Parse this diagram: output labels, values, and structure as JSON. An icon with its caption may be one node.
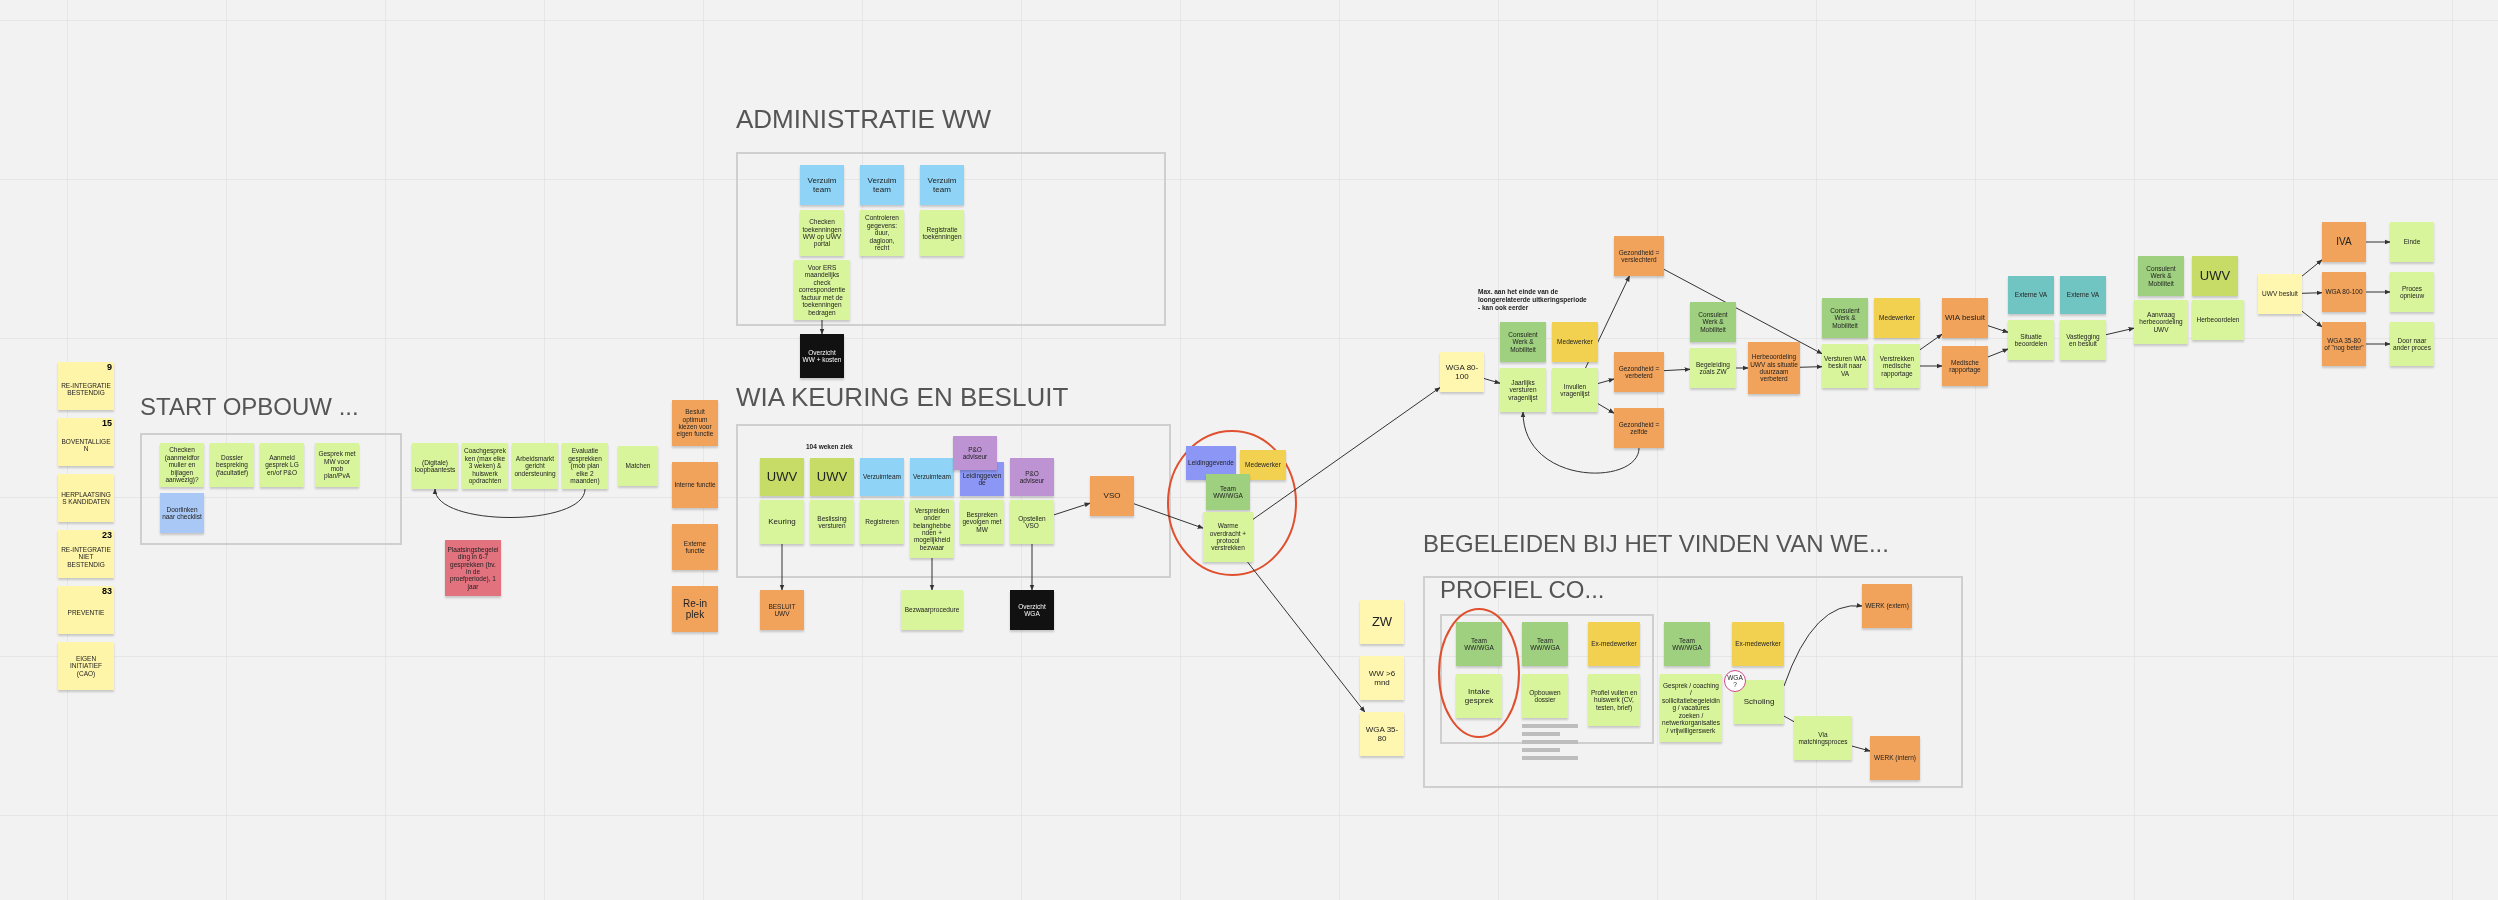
{
  "diagram": {
    "nodes": [
      {
        "text": [
          "9",
          "RE-INTEGRATIE BESTENDIG"
        ]
      },
      {
        "text": [
          "15",
          "BOVENTALLIGEN"
        ]
      },
      {
        "text": [
          "HERPLAATSINGS KANDIDATEN"
        ]
      },
      {
        "text": [
          "23",
          "RE-INTEGRATIE NIET BESTENDIG"
        ]
      },
      {
        "text": [
          "83",
          "PREVENTIE"
        ]
      },
      {
        "text": [
          "EIGEN INITIATIEF (CAO)"
        ]
      },
      {
        "text": [
          "START OPBOUW ..."
        ]
      },
      {
        "text": [
          "Checken (aanmeldformulier en bijlagen aanwezig)?"
        ],
        "in": 6
      },
      {
        "text": [
          "Doorlinken naar checklist"
        ],
        "in": 6
      },
      {
        "text": [
          "Dossier bespreking (facultatief)"
        ],
        "in": 6
      },
      {
        "text": [
          "Aanmeld gesprek LG en/of P&O"
        ],
        "in": 6
      },
      {
        "text": [
          "Gesprek met MW voor mob plan/PvA"
        ],
        "in": 6
      },
      {
        "text": [
          "(Digitale) loopbaantests"
        ]
      },
      {
        "text": [
          "Coachgesprekken (max elke 3 weken) & huiswerk opdrachten"
        ]
      },
      {
        "text": [
          "Arbeidsmarkt gericht ondersteuning"
        ]
      },
      {
        "text": [
          "Evaluatie gesprekken (mob plan elke 2 maanden)"
        ]
      },
      {
        "text": [
          "Matchen"
        ]
      },
      {
        "text": [
          "Plaatsingsbegeleiding in 6-7 gesprekken (bv. in de proefperiode), 1 jaar"
        ]
      },
      {
        "text": [
          "ADMINISTRATIE WW"
        ]
      },
      {
        "text": [
          "Verzuim team"
        ],
        "in": 18
      },
      {
        "text": [
          "Checken toekenningen WW op UWV portal"
        ],
        "in": 18
      },
      {
        "text": [
          "Voor ERS maandelijks check correspondentie factuur met de toekenningen bedragen"
        ],
        "in": 18
      },
      {
        "text": [
          "Verzuim team"
        ],
        "in": 18
      },
      {
        "text": [
          "Controleren gegevens: duur, dagloon, recht"
        ],
        "in": 18
      },
      {
        "text": [
          "Verzuim team"
        ],
        "in": 18
      },
      {
        "text": [
          "Registratie toekenningen"
        ],
        "in": 18
      },
      {
        "text": [
          "Overzicht WW + kosten"
        ]
      },
      {
        "text": [
          "Besluit optimum kiezen voor eigen functie"
        ]
      },
      {
        "text": [
          "Interne functie"
        ]
      },
      {
        "text": [
          "Externe functie"
        ]
      },
      {
        "text": [
          "Re-in plek"
        ]
      },
      {
        "text": [
          "WIA KEURING EN BESLUIT"
        ]
      },
      {
        "text": [
          "UWV"
        ],
        "in": 31
      },
      {
        "text": [
          "Keuring"
        ],
        "in": 31
      },
      {
        "text": [
          "UWV"
        ],
        "in": 31
      },
      {
        "text": [
          "Beslissing versturen"
        ],
        "in": 31
      },
      {
        "text": [
          "Verzuimteam"
        ],
        "in": 31
      },
      {
        "text": [
          "Registreren"
        ],
        "in": 31
      },
      {
        "text": [
          "Verzuimteam"
        ],
        "in": 31
      },
      {
        "text": [
          "Verspreiden onder belanghebbenden + mogelijkheid bezwaar"
        ],
        "in": 31
      },
      {
        "text": [
          "Leidinggevende"
        ],
        "in": 31
      },
      {
        "text": [
          "P&O adviseur"
        ],
        "in": 31
      },
      {
        "text": [
          "Bespreken gevolgen met MW"
        ],
        "in": 31
      },
      {
        "text": [
          "P&O adviseur"
        ],
        "in": 31
      },
      {
        "text": [
          "Opstellen VSO"
        ],
        "in": 31
      },
      {
        "text": [
          "VSO"
        ],
        "in": 31
      },
      {
        "text": [
          "BESLUIT UWV"
        ]
      },
      {
        "text": [
          "Bezwaarprocedure"
        ]
      },
      {
        "text": [
          "Overzicht WGA"
        ]
      },
      {
        "text": [
          "Leidinggevende"
        ]
      },
      {
        "text": [
          "Medewerker"
        ]
      },
      {
        "text": [
          "Team WW/WGA"
        ]
      },
      {
        "text": [
          "Warme overdracht + protocol verstrekken"
        ]
      },
      {
        "text": [
          "WGA 80-100"
        ]
      },
      {
        "text": [
          "Consulent Werk & Mobiliteit"
        ]
      },
      {
        "text": [
          "Medewerker"
        ]
      },
      {
        "text": [
          "Jaarlijks versturen vragenlijst"
        ]
      },
      {
        "text": [
          "Invullen vragenlijst"
        ]
      },
      {
        "text": [
          "Gezondheid = verslechterd"
        ]
      },
      {
        "text": [
          "Gezondheid = verbeterd"
        ]
      },
      {
        "text": [
          "Gezondheid = zelfde"
        ]
      },
      {
        "text": [
          "Consulent Werk & Mobiliteit"
        ]
      },
      {
        "text": [
          "Begeleiding zoals ZW"
        ]
      },
      {
        "text": [
          "Herbeoordeling UWV als situatie duurzaam verbeterd"
        ]
      },
      {
        "text": [
          "Consulent Werk & Mobiliteit"
        ]
      },
      {
        "text": [
          "Versturen WIA besluit naar VA"
        ]
      },
      {
        "text": [
          "Medewerker"
        ]
      },
      {
        "text": [
          "Verstrekken medische rapportage"
        ]
      },
      {
        "text": [
          "WIA besluit"
        ]
      },
      {
        "text": [
          "Medische rapportage"
        ]
      },
      {
        "text": [
          "Externe VA"
        ]
      },
      {
        "text": [
          "Situatie beoordelen"
        ]
      },
      {
        "text": [
          "Externe VA"
        ]
      },
      {
        "text": [
          "Vastlegging en besluit"
        ]
      },
      {
        "text": [
          "Consulent Werk & Mobiliteit"
        ]
      },
      {
        "text": [
          "Aanvraag herbeoordeling UWV"
        ]
      },
      {
        "text": [
          "UWV"
        ]
      },
      {
        "text": [
          "Herbeoordelen"
        ]
      },
      {
        "text": [
          "UWV besluit"
        ]
      },
      {
        "text": [
          "IVA"
        ]
      },
      {
        "text": [
          "WGA 80-100"
        ]
      },
      {
        "text": [
          "WGA 35-80 of \"nog beter\""
        ]
      },
      {
        "text": [
          "Einde"
        ]
      },
      {
        "text": [
          "Proces opnieuw"
        ]
      },
      {
        "text": [
          "Door naar ander proces"
        ]
      },
      {
        "text": [
          "ZW"
        ]
      },
      {
        "text": [
          "WW >6 mnd"
        ]
      },
      {
        "text": [
          "WGA 35-80"
        ]
      },
      {
        "text": [
          "BEGELEIDEN BIJ HET VINDEN VAN WE..."
        ]
      },
      {
        "text": [
          "PROFIEL CO..."
        ],
        "in": 88
      },
      {
        "text": [
          "Team WW/WGA"
        ],
        "in": 89
      },
      {
        "text": [
          "Intake gesprek"
        ],
        "in": 89
      },
      {
        "text": [
          "Team WW/WGA"
        ],
        "in": 89
      },
      {
        "text": [
          "Opbouwen dossier"
        ],
        "in": 89
      },
      {
        "text": [
          "Ex-medewerker"
        ],
        "in": 89
      },
      {
        "text": [
          "Profiel vullen en huiswerk (CV, testen, brief)"
        ],
        "in": 89
      },
      {
        "text": [
          "Team WW/WGA"
        ],
        "in": 88
      },
      {
        "text": [
          "Gesprek / coaching / sollicitatiebegeleiding / vacatures zoeken / netwerkorganisaties / vrijwilligerswerk"
        ],
        "in": 88
      },
      {
        "text": [
          "Ex-medewerker"
        ],
        "in": 88
      },
      {
        "text": [
          "Scholing"
        ],
        "in": 88
      },
      {
        "text": [
          "WGA?"
        ],
        "in": 88
      },
      {
        "text": [
          "WERK (extern)"
        ],
        "in": 88
      },
      {
        "text": [
          "Via matchingsproces"
        ],
        "in": 88
      },
      {
        "text": [
          "WERK (intern)"
        ],
        "in": 88
      }
    ],
    "edges": [
      {
        "from": 15,
        "to": 12,
        "arrow": "to"
      },
      {
        "from": 21,
        "to": 26,
        "arrow": "to"
      },
      {
        "from": 33,
        "to": 46,
        "arrow": "to"
      },
      {
        "from": 39,
        "to": 47,
        "arrow": "to"
      },
      {
        "from": 44,
        "to": 48,
        "arrow": "to"
      },
      {
        "from": 44,
        "to": 45,
        "arrow": "to"
      },
      {
        "from": 45,
        "to": 52,
        "arrow": "to"
      },
      {
        "from": 52,
        "to": 53,
        "arrow": "to"
      },
      {
        "from": 52,
        "to": 87,
        "arrow": "to"
      },
      {
        "from": 53,
        "to": 56,
        "arrow": "to"
      },
      {
        "from": 57,
        "to": 58,
        "arrow": "to"
      },
      {
        "from": 57,
        "to": 59,
        "arrow": "to"
      },
      {
        "from": 57,
        "to": 60,
        "arrow": "to"
      },
      {
        "from": 60,
        "to": 56,
        "arrow": "to"
      },
      {
        "from": 59,
        "to": 62,
        "arrow": "to"
      },
      {
        "from": 62,
        "to": 63,
        "arrow": "to"
      },
      {
        "from": 63,
        "to": 65,
        "arrow": "to"
      },
      {
        "from": 58,
        "to": 65,
        "arrow": "to"
      },
      {
        "from": 67,
        "to": 68,
        "arrow": "to"
      },
      {
        "from": 67,
        "to": 69,
        "arrow": "to"
      },
      {
        "from": 68,
        "to": 71,
        "arrow": "to"
      },
      {
        "from": 69,
        "to": 71,
        "arrow": "to"
      },
      {
        "from": 73,
        "to": 75,
        "arrow": "to"
      },
      {
        "from": 78,
        "to": 79,
        "arrow": "to"
      },
      {
        "from": 78,
        "to": 80,
        "arrow": "to"
      },
      {
        "from": 78,
        "to": 81,
        "arrow": "to"
      },
      {
        "from": 79,
        "to": 82,
        "arrow": "to"
      },
      {
        "from": 80,
        "to": 83,
        "arrow": "to"
      },
      {
        "from": 81,
        "to": 84,
        "arrow": "to"
      },
      {
        "from": 99,
        "to": 101,
        "arrow": "to"
      },
      {
        "from": 99,
        "to": 102,
        "arrow": "none"
      },
      {
        "from": 102,
        "to": 103,
        "arrow": "to"
      }
    ],
    "labels": [
      "104 weken ziek",
      "Max. aan het einde van de loongerelateerde uitkeringsperiode - kan ook eerder"
    ]
  }
}
